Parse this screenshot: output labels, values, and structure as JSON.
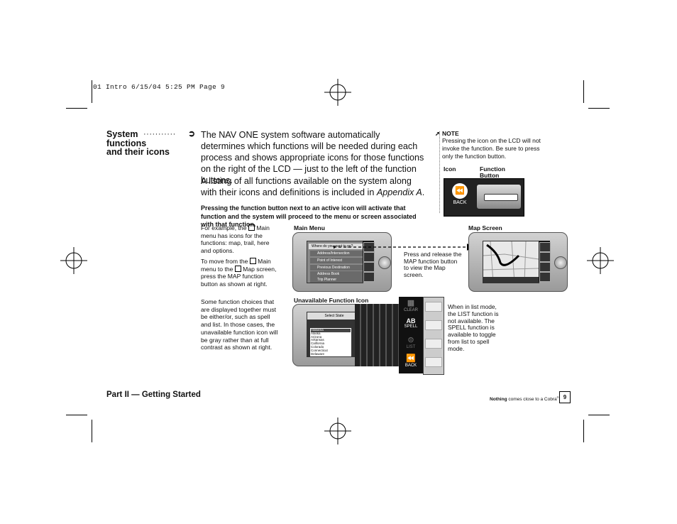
{
  "slug_line": "01 Intro  6/15/04  5:25 PM  Page 9",
  "sidebar": {
    "heading_line1": "System",
    "heading_dots": "···········",
    "heading_line2": "functions",
    "heading_line3": "and their icons"
  },
  "main": {
    "para1": "The NAV ONE system software automatically determines which functions will be needed during each process and shows appropriate icons for those functions on the right of the LCD — just to the left of the function buttons.",
    "para2_prefix": "A listing of all functions available on the system along with their icons and definitions is included in ",
    "para2_link": "Appendix A",
    "para2_suffix": ".",
    "bold_para": "Pressing the function button next to an active icon will activate that function and the system will proceed to the menu or screen associated with that function.",
    "example1_a": "For example, the",
    "example1_b": "Main menu has icons for the functions: map, trail, here and options.",
    "example2_a": "To move from the",
    "example2_b": "Main menu to the",
    "example2_c": "Map screen, press the MAP function button as shown at right.",
    "example3": "Some function choices that are displayed together must be either/or, such as spell and list. In those cases, the unavailable function icon will be gray rather than at full contrast as shown at right."
  },
  "figures": {
    "main_menu_label": "Main Menu",
    "map_screen_label": "Map Screen",
    "press_release_caption": "Press and release the MAP function button to view the Map screen.",
    "unavailable_label": "Unavailable Function Icon",
    "list_mode_caption": "When in list mode, the LIST function is not available. The SPELL function is available to toggle from list to spell mode.",
    "main_menu_rows": [
      "Where do you want to go?",
      "Address/Intersection",
      "Point of Interest",
      "Previous Destination",
      "Address Book",
      "Trip Planner"
    ],
    "select_state_title": "Select State",
    "state_list": [
      "Alabama",
      "Alaska",
      "Arizona",
      "Arkansas",
      "California",
      "Colorado",
      "Connecticut",
      "Delaware"
    ],
    "unavail_icons": [
      "CLEAR",
      "AB",
      "SPELL",
      "LIST",
      "BACK"
    ]
  },
  "note": {
    "title": "NOTE",
    "text": "Pressing the icon on the LCD will not invoke the function. Be sure to press only the function button.",
    "col_icon": "Icon",
    "col_function_button": "Function Button",
    "back_label": "BACK"
  },
  "footer": {
    "section": "Part II — Getting Started",
    "tagline_bold": "Nothing",
    "tagline_rest": " comes close to a Cobra",
    "page_number": "9"
  }
}
